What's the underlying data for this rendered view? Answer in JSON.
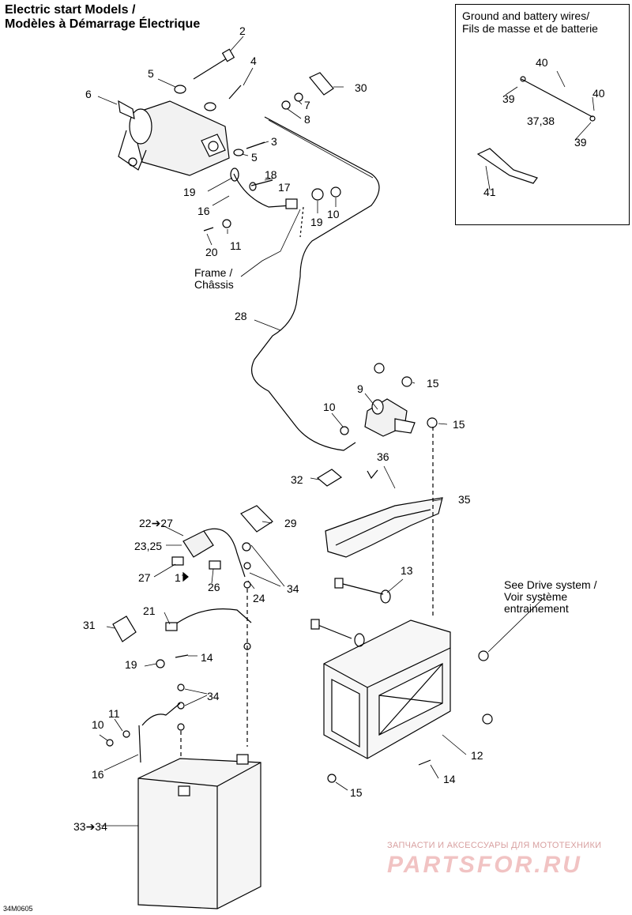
{
  "header": {
    "title_en": "Electric start Models /",
    "title_fr": "Modèles à Démarrage Électrique"
  },
  "inset": {
    "title_en": "Ground and battery wires/",
    "title_fr": "Fils de masse et de batterie",
    "callouts": [
      "40",
      "39",
      "40",
      "37,38",
      "39",
      "41"
    ]
  },
  "notes": {
    "frame_en": "Frame /",
    "frame_fr": "Châssis",
    "drive_en": "See Drive system /",
    "drive_fr": "Voir système",
    "drive_fr2": "entrainement"
  },
  "callouts": [
    "2",
    "4",
    "5",
    "6",
    "30",
    "7",
    "8",
    "3",
    "5",
    "18",
    "17",
    "19",
    "16",
    "19",
    "10",
    "11",
    "20",
    "28",
    "15",
    "9",
    "10",
    "15",
    "36",
    "32",
    "35",
    "22➔27",
    "29",
    "23,25",
    "27",
    "1",
    "26",
    "24",
    "34",
    "13",
    "31",
    "21",
    "19",
    "14",
    "34",
    "11",
    "10",
    "16",
    "12",
    "14",
    "15",
    "33➔34"
  ],
  "footer": {
    "drawing_code": "34M0605",
    "watermark_top": "ЗАПЧАСТИ И АКСЕССУАРЫ ДЛЯ МОТОТЕХНИКИ",
    "watermark_logo": "PARTSFOR.RU"
  }
}
